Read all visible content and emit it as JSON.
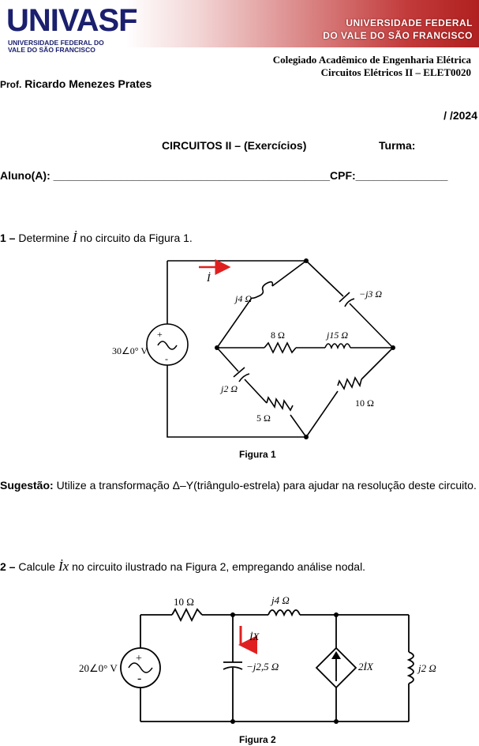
{
  "header": {
    "logo_text": "UNIVASF",
    "logo_sub_1": "UNIVERSIDADE FEDERAL DO",
    "logo_sub_2": "VALE DO SÃO FRANCISCO",
    "banner_line1": "UNIVERSIDADE FEDERAL",
    "banner_line2": "DO VALE DO SÃO FRANCISCO",
    "brand_color": "#1a1f6e",
    "banner_color": "#c23a3a"
  },
  "course": {
    "line1": "Colegiado Acadêmico de Engenharia Elétrica",
    "line2": "Circuitos Elétricos II – ELET0020"
  },
  "prof": {
    "label": "Prof.",
    "name": "Ricardo Menezes Prates"
  },
  "date": "/   /2024",
  "title": "CIRCUITOS II – (Exercícios)",
  "turma": "Turma:",
  "aluno": "Aluno(A): _____________________________________________CPF:_______________",
  "q1": {
    "number": "1 –",
    "text_before": "Determine",
    "var": "İ",
    "text_after": "no circuito da Figura 1."
  },
  "fig1": {
    "caption": "Figura 1",
    "source": "30∠0° V",
    "current": "İ",
    "labels": {
      "j4": "j4 Ω",
      "mj3": "−j3 Ω",
      "r8": "8 Ω",
      "j15": "j15 Ω",
      "j2": "j2 Ω",
      "r10": "10 Ω",
      "r5": "5 Ω"
    }
  },
  "sugestao": {
    "label": "Sugestão:",
    "text": "Utilize a transformação Δ–Y(triângulo-estrela) para ajudar na resolução deste circuito."
  },
  "q2": {
    "number": "2 –",
    "text_before": "Calcule",
    "var": "İx",
    "text_after": "no circuito ilustrado na Figura 2, empregando análise nodal."
  },
  "fig2": {
    "caption": "Figura 2",
    "source": "20∠0° V",
    "labels": {
      "r10": "10 Ω",
      "j4": "j4 Ω",
      "ix": "İX",
      "cap": "−j2,5 Ω",
      "dep": "2İX",
      "j2": "j2 Ω"
    }
  }
}
